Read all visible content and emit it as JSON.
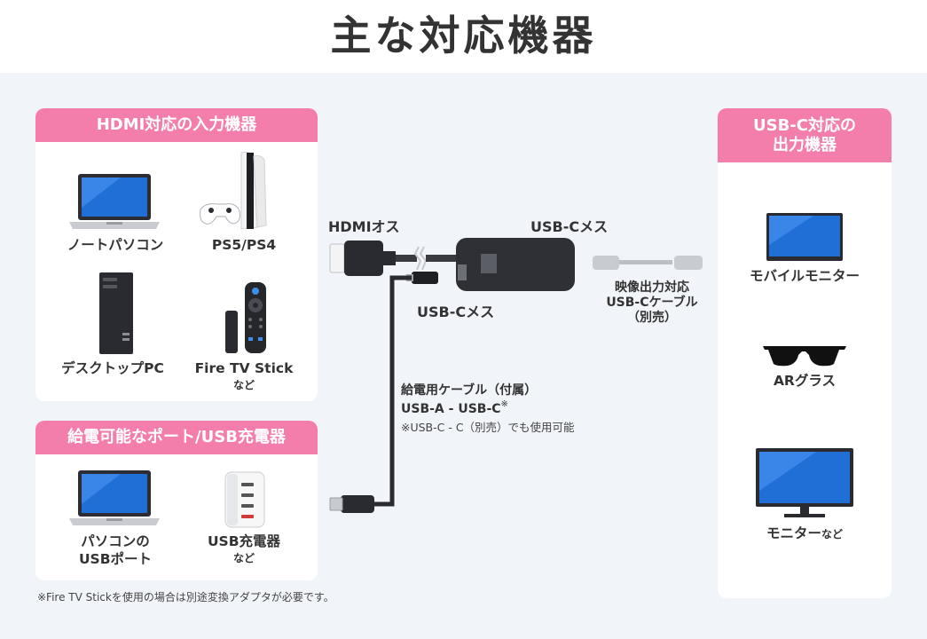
{
  "page_title": "主な対応機器",
  "hdmi_input": {
    "header": "HDMI対応の入力機器",
    "devices": [
      {
        "label": "ノートパソコン",
        "icon": "laptop-icon"
      },
      {
        "label": "PS5/PS4",
        "icon": "game-console-icon"
      },
      {
        "label": "デスクトップPC",
        "icon": "desktop-pc-icon"
      },
      {
        "label": "Fire TV Stick",
        "sub": "など",
        "icon": "streaming-stick-icon"
      }
    ]
  },
  "power_source": {
    "header": "給電可能なポート/USB充電器",
    "devices": [
      {
        "label_line1": "パソコンの",
        "label_line2": "USBポート",
        "icon": "laptop-icon"
      },
      {
        "label": "USB充電器",
        "sub": "など",
        "icon": "usb-charger-icon"
      }
    ]
  },
  "output": {
    "header_line1": "USB-C対応の",
    "header_line2": "出力機器",
    "devices": [
      {
        "label": "モバイルモニター",
        "icon": "mobile-monitor-icon"
      },
      {
        "label": "ARグラス",
        "icon": "ar-glasses-icon"
      },
      {
        "label": "モニター",
        "sub": "など",
        "icon": "monitor-icon"
      }
    ]
  },
  "connectors": {
    "hdmi_male": "HDMIオス",
    "usb_c_female_top": "USB-Cメス",
    "usb_c_female_bottom": "USB-Cメス",
    "video_cable_line1": "映像出力対応",
    "video_cable_line2": "USB-Cケーブル",
    "video_cable_line3": "（別売）",
    "power_cable_line1": "給電用ケーブル（付属）",
    "power_cable_line2": "USB-A - USB-C",
    "power_cable_mark": "※",
    "power_cable_note": "※USB-C - C（別売）でも使用可能"
  },
  "footnote": "※Fire TV Stickを使用の場合は別途変換アダプタが必要です。",
  "colors": {
    "accent": "#f47eab",
    "background": "#f1f4f8",
    "screen": "#1f6fd6"
  }
}
